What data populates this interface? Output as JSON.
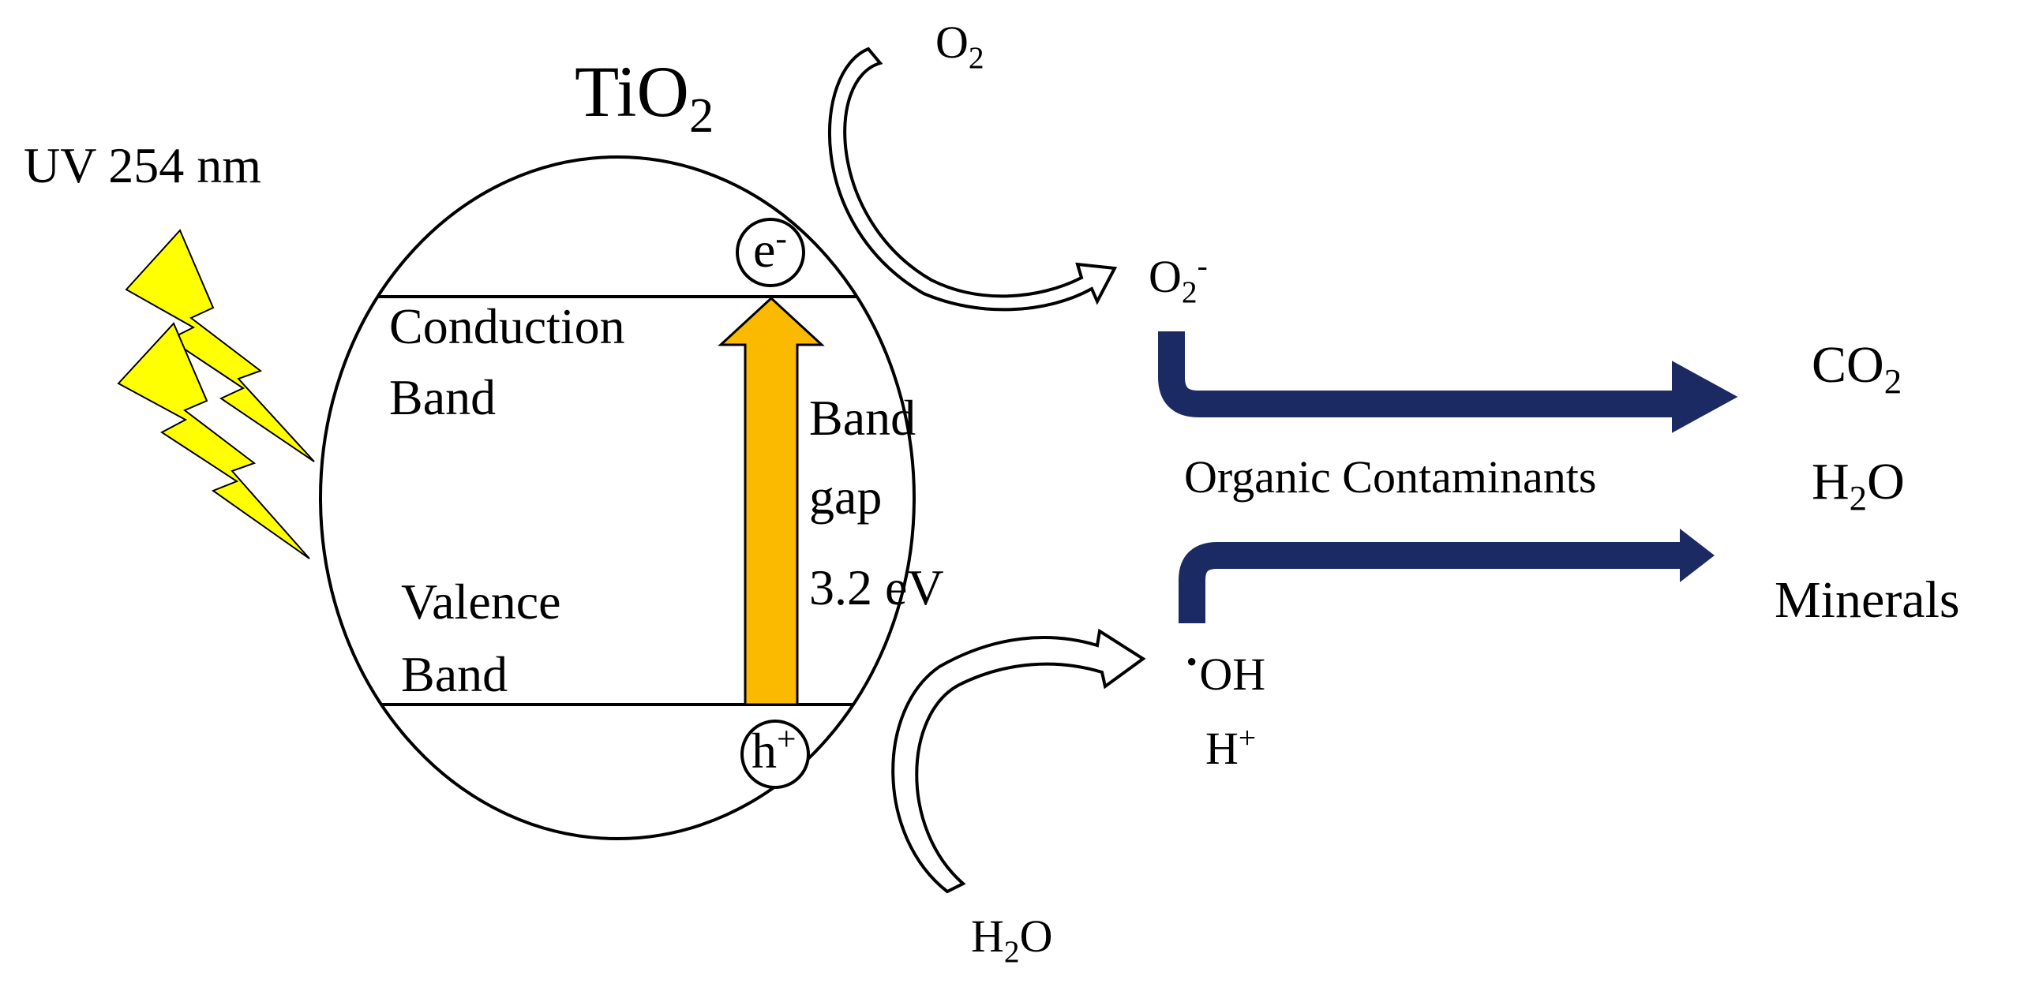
{
  "diagram": {
    "uv_label": "UV 254 nm",
    "particle": {
      "base": "TiO",
      "sub": "2"
    },
    "conduction_band": {
      "line1": "Conduction",
      "line2": "Band"
    },
    "valence_band": {
      "line1": "Valence",
      "line2": "Band"
    },
    "band_gap": {
      "line1": "Band",
      "line2": "gap",
      "value": "3.2 eV"
    },
    "electron": {
      "base": "e",
      "sup": "-"
    },
    "hole": {
      "base": "h",
      "sup": "+"
    },
    "oxygen_in": {
      "base": "O",
      "sub": "2"
    },
    "superoxide": {
      "base": "O",
      "sub": "2",
      "sup": "-"
    },
    "water_in": {
      "pre": "H",
      "sub": "2",
      "post": "O"
    },
    "hydroxyl_radical": {
      "dot": "·",
      "text": "OH"
    },
    "proton": {
      "base": "H",
      "sup": "+"
    },
    "organic_contaminants": "Organic Contaminants",
    "products": {
      "co2": {
        "base": "CO",
        "sub": "2"
      },
      "h2o": {
        "pre": "H",
        "sub": "2",
        "post": "O"
      },
      "minerals": "Minerals"
    },
    "colors": {
      "lightning": "#ffff00",
      "band_gap_arrow": "#fbb900",
      "reaction_arrow": "#1c2a63",
      "line": "#000000"
    }
  }
}
